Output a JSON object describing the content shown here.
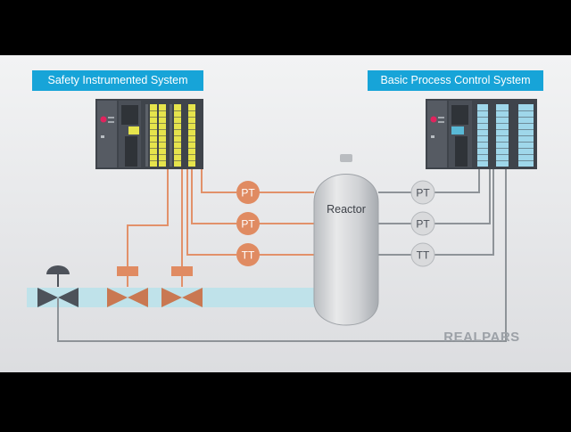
{
  "titles": {
    "sis": "Safety Instrumented System",
    "bpcs": "Basic Process Control System"
  },
  "vessel": {
    "label": "Reactor"
  },
  "sis_instruments": [
    "PT",
    "PT",
    "TT"
  ],
  "bpcs_instruments": [
    "PT",
    "PT",
    "TT"
  ],
  "logo": {
    "text": "REALPARS"
  },
  "colors": {
    "title_bg": "#17a4d8",
    "sis_line": "#e2916a",
    "sis_bubble": "#e08b62",
    "bpcs_line": "#8e9398",
    "bpcs_bubble": "#d9dadc",
    "pipe": "#bfe2ea",
    "sis_module_led": "#e6e44c",
    "bpcs_module_led": "#9fd7ea",
    "background": "#e6e7e8"
  }
}
